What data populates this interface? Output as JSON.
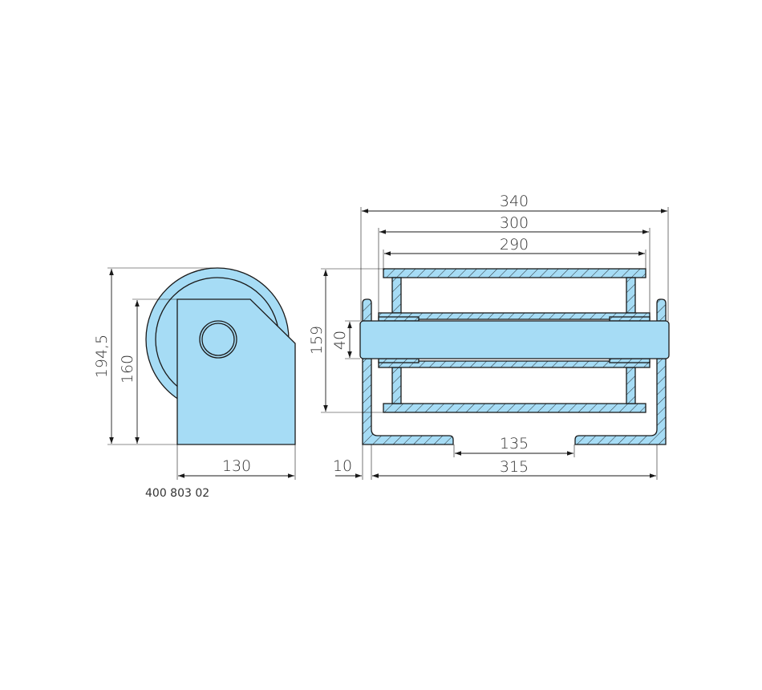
{
  "drawing": {
    "part_number": "400 803 02",
    "fill_color": "#a6dcf5",
    "dimensions": {
      "overall_height": "194,5",
      "bracket_height": "160",
      "bracket_width": "130",
      "overall_length": "340",
      "tube_length": "300",
      "shell_length": "290",
      "roller_diameter": "159",
      "shaft_diameter": "40",
      "frame_thickness": "10",
      "frame_inner_length": "315",
      "base_opening": "135"
    }
  }
}
